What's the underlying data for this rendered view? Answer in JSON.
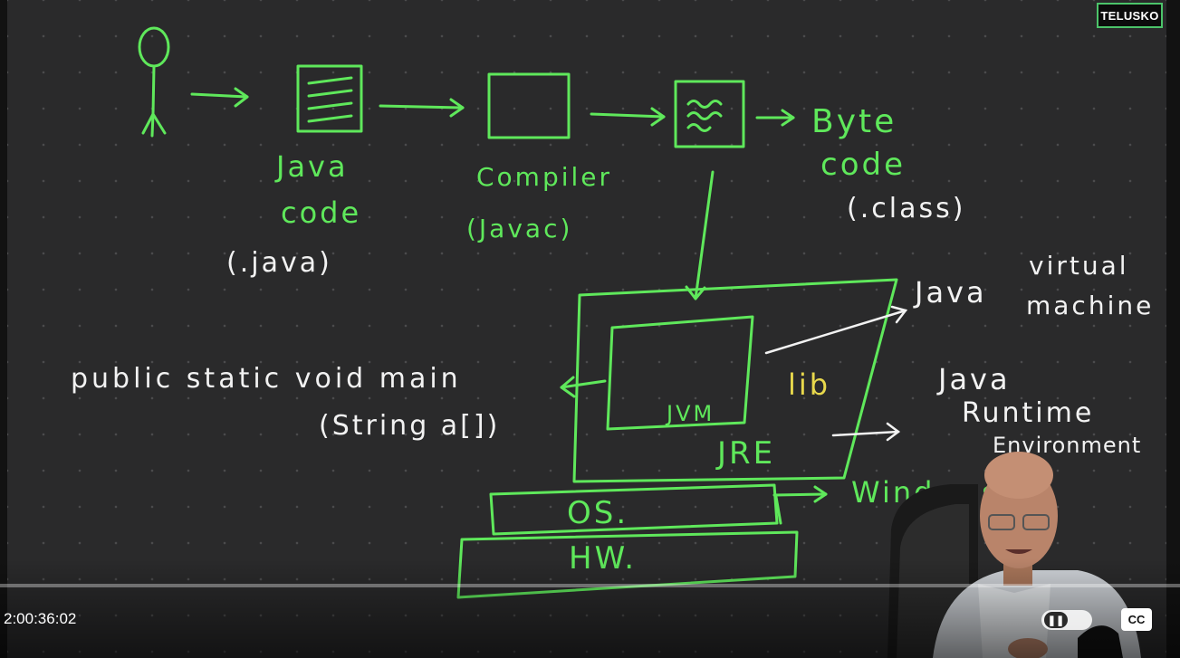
{
  "brand": {
    "badge": "TELUSKO"
  },
  "colors": {
    "ink_green": "#5fe85b",
    "ink_white": "#f2f2f2",
    "ink_yellow": "#e8d84c",
    "board": "#2a2a2b"
  },
  "diagram": {
    "java_code": [
      "Java",
      "code",
      "(.java)"
    ],
    "compiler": [
      "Compiler",
      "(Javac)"
    ],
    "byte_code": [
      "Byte",
      "code",
      "(.class)"
    ],
    "jvm_box": "JVM",
    "lib": "lib",
    "jre_box": "JRE",
    "os_box": "OS.",
    "hw_box": "HW.",
    "windows": "Windows",
    "java_virtual_machine": [
      "Java",
      "virtual",
      "machine"
    ],
    "java_runtime_environment": [
      "Java",
      "Runtime",
      "Environment"
    ],
    "main_method": [
      "public static void main",
      "(String a[])"
    ]
  },
  "player": {
    "timecode": "2:00:36:02",
    "pause_icon": "pause-icon",
    "cc_label": "CC"
  }
}
